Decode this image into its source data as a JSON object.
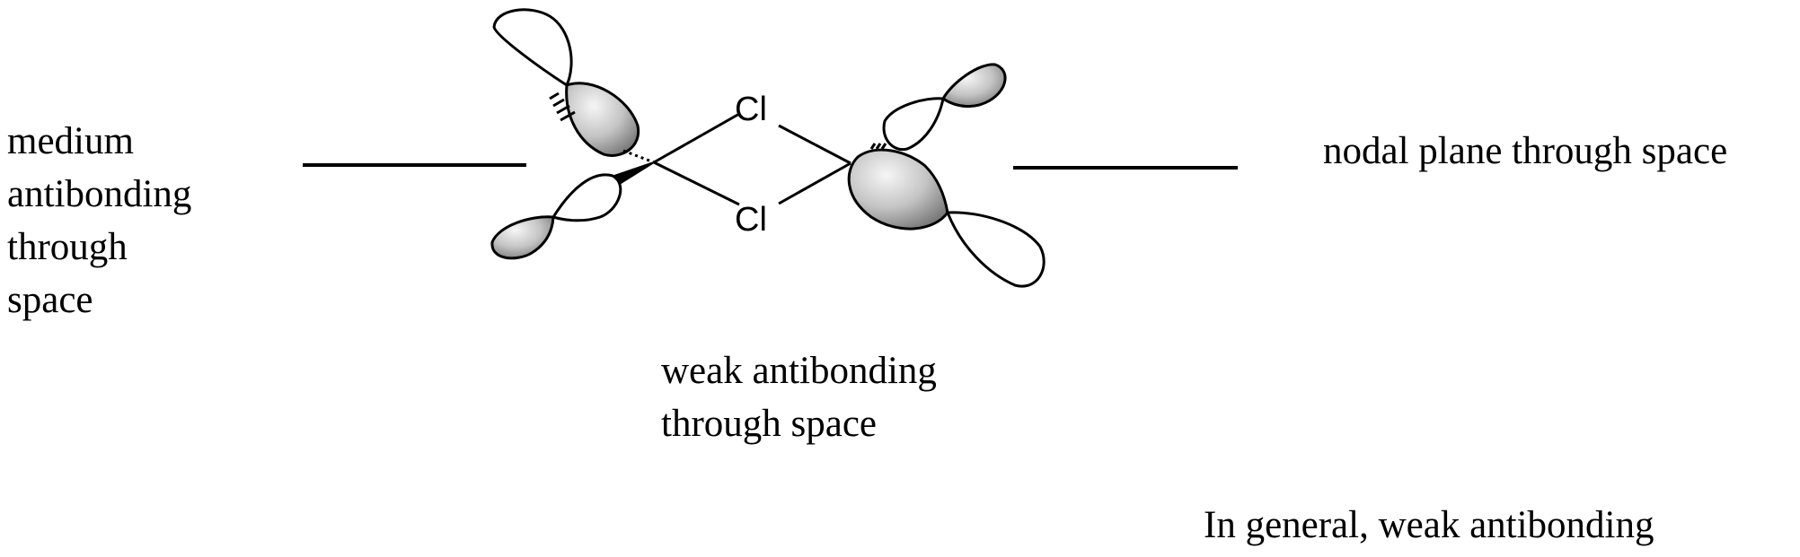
{
  "labels": {
    "left": [
      "medium",
      "antibonding",
      "through",
      "space"
    ],
    "right": "nodal plane through space",
    "center": [
      "weak antibonding",
      "through space"
    ],
    "bottom": "In general, weak antibonding"
  },
  "atoms": {
    "cl_top": "Cl",
    "cl_bottom": "Cl"
  },
  "colors": {
    "line": "#000000",
    "lobe_fill": "#9a9a9a",
    "lobe_highlight": "#f4f4f4",
    "empty_lobe": "#ffffff"
  }
}
